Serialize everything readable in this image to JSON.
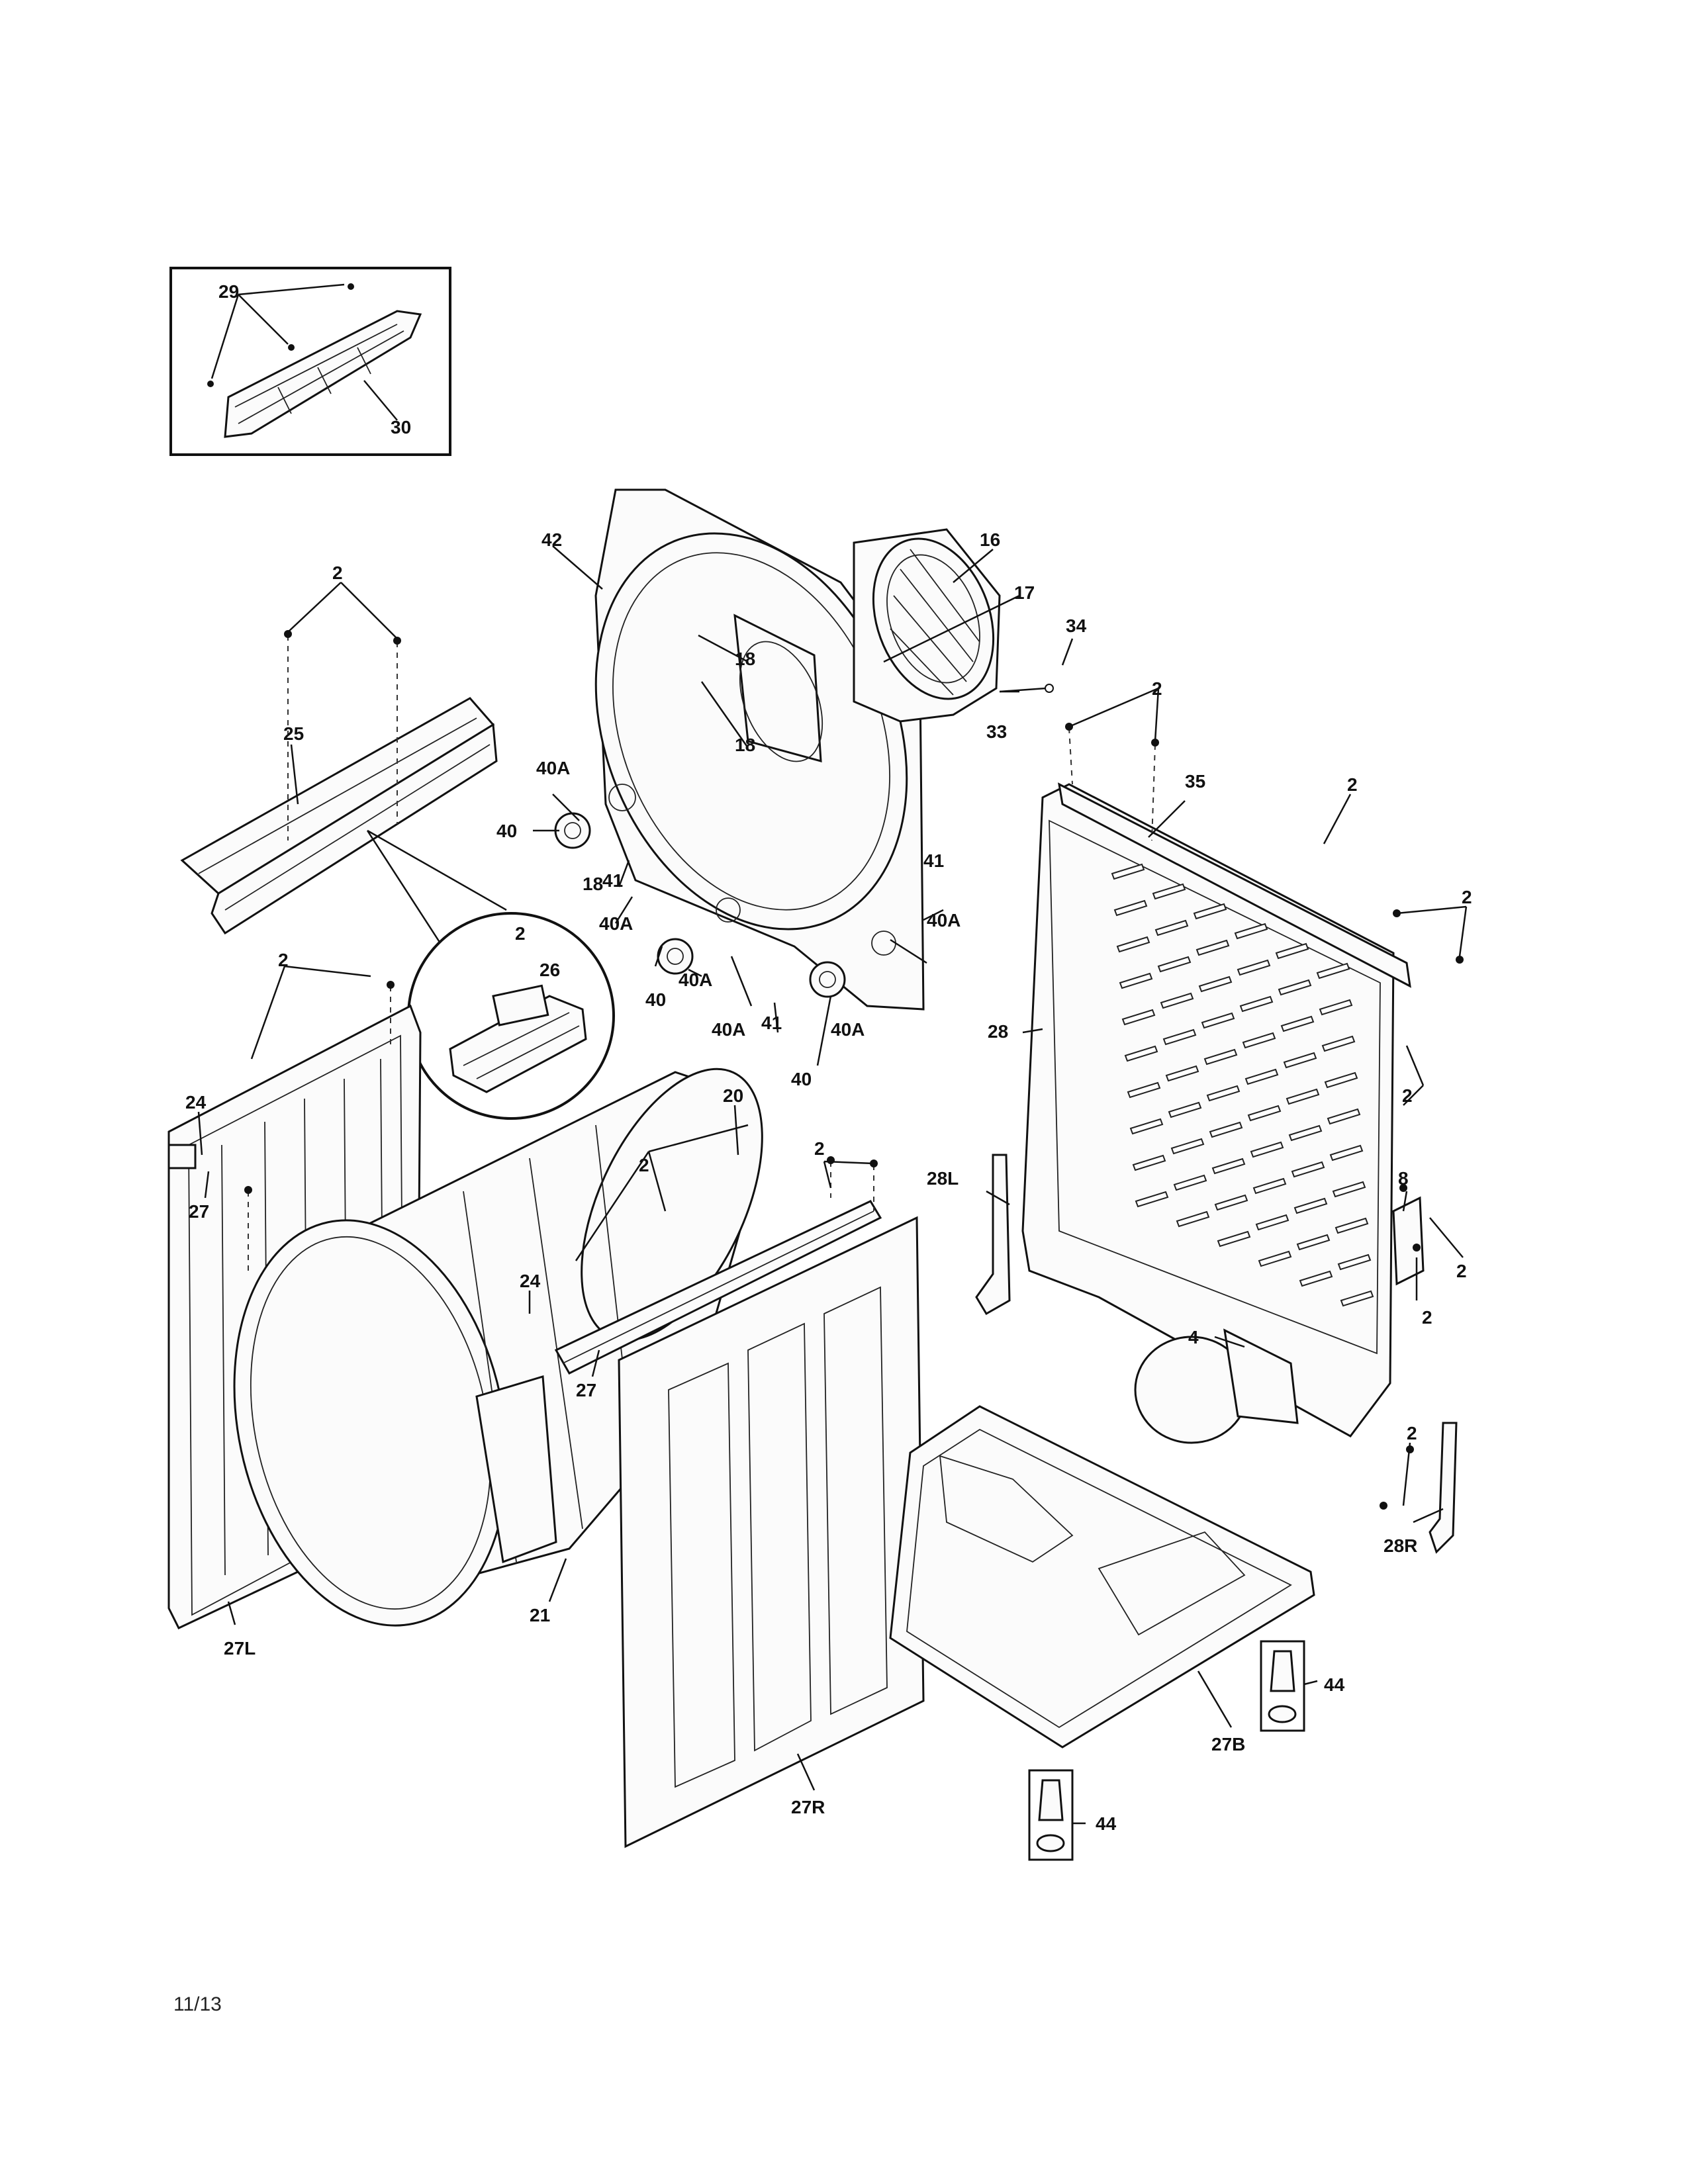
{
  "footer": {
    "date_code": "11/13"
  },
  "inset": {
    "labels": {
      "a": "29",
      "b": "30"
    }
  },
  "callouts": {
    "c2": "2",
    "c4": "4",
    "c8": "8",
    "c16": "16",
    "c17": "17",
    "c18": "18",
    "c20": "20",
    "c21": "21",
    "c24": "24",
    "c25": "25",
    "c26": "26",
    "c27": "27",
    "c27L": "27L",
    "c27R": "27R",
    "c27B": "27B",
    "c28": "28",
    "c28L": "28L",
    "c28R": "28R",
    "c33": "33",
    "c34": "34",
    "c35": "35",
    "c40": "40",
    "c40A": "40A",
    "c41": "41",
    "c42": "42",
    "c44": "44"
  }
}
